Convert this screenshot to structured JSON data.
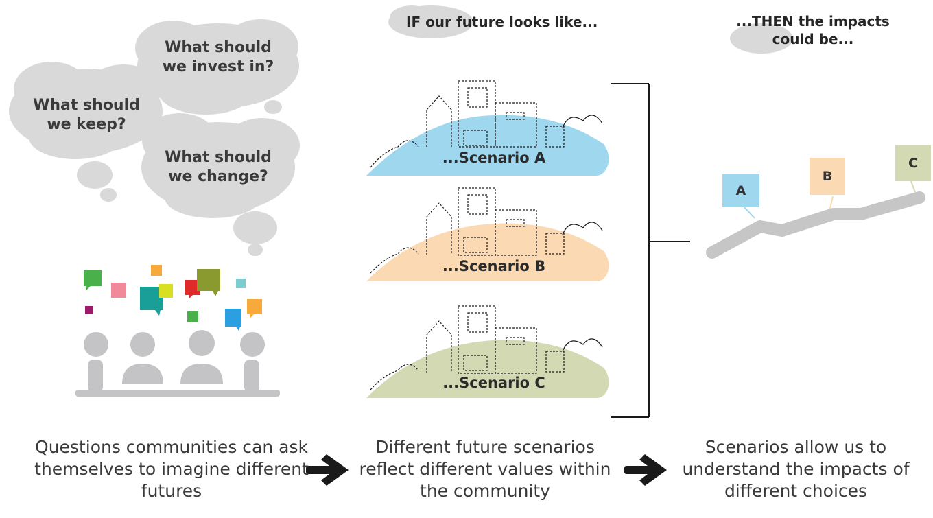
{
  "questions": {
    "q1": "What should we invest in?",
    "q2": "What should we keep?",
    "q3": "What should we change?"
  },
  "headers": {
    "if_header": "IF our future looks like...",
    "then_header": "...THEN the impacts could be..."
  },
  "scenarios": [
    {
      "label": "...Scenario A",
      "color": "#9fd7ef"
    },
    {
      "label": "...Scenario B",
      "color": "#fbd9b3"
    },
    {
      "label": "...Scenario C",
      "color": "#d3d9b3"
    }
  ],
  "impact_tags": [
    {
      "label": "A",
      "color": "#9fd7ef"
    },
    {
      "label": "B",
      "color": "#fbd9b3"
    },
    {
      "label": "C",
      "color": "#d3d9b3"
    }
  ],
  "captions": {
    "left": "Questions communities can ask themselves to imagine different futures",
    "middle": "Different future scenarios reflect different values within the community",
    "right": "Scenarios allow us to understand the impacts of different choices"
  },
  "colors": {
    "bubble": "#d9d9d9",
    "person": "#c4c4c6",
    "impact_line": "#c6c6c6"
  }
}
